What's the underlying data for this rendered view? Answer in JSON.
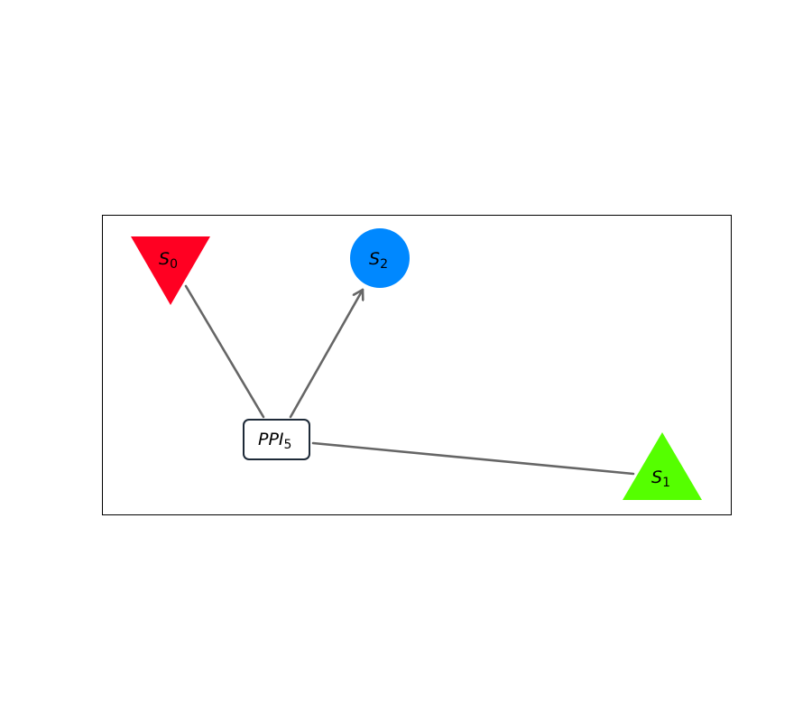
{
  "nodes": {
    "s0": {
      "name": "S",
      "sub": "0",
      "shape": "triangle-down",
      "color": "#ff0022"
    },
    "s1": {
      "name": "S",
      "sub": "1",
      "shape": "triangle-up",
      "color": "#55ff00"
    },
    "s2": {
      "name": "S",
      "sub": "2",
      "shape": "circle",
      "color": "#0088ff"
    },
    "ppi5": {
      "name": "PPI",
      "sub": "5",
      "shape": "rounded-box",
      "color": "#ffffff",
      "border": "#1e2a38"
    }
  },
  "edges": [
    {
      "from": "s0",
      "to": "ppi5",
      "directed": false
    },
    {
      "from": "ppi5",
      "to": "s2",
      "directed": true
    },
    {
      "from": "ppi5",
      "to": "s1",
      "directed": false
    }
  ],
  "colors": {
    "edge": "#666666",
    "frame": "#000000"
  }
}
